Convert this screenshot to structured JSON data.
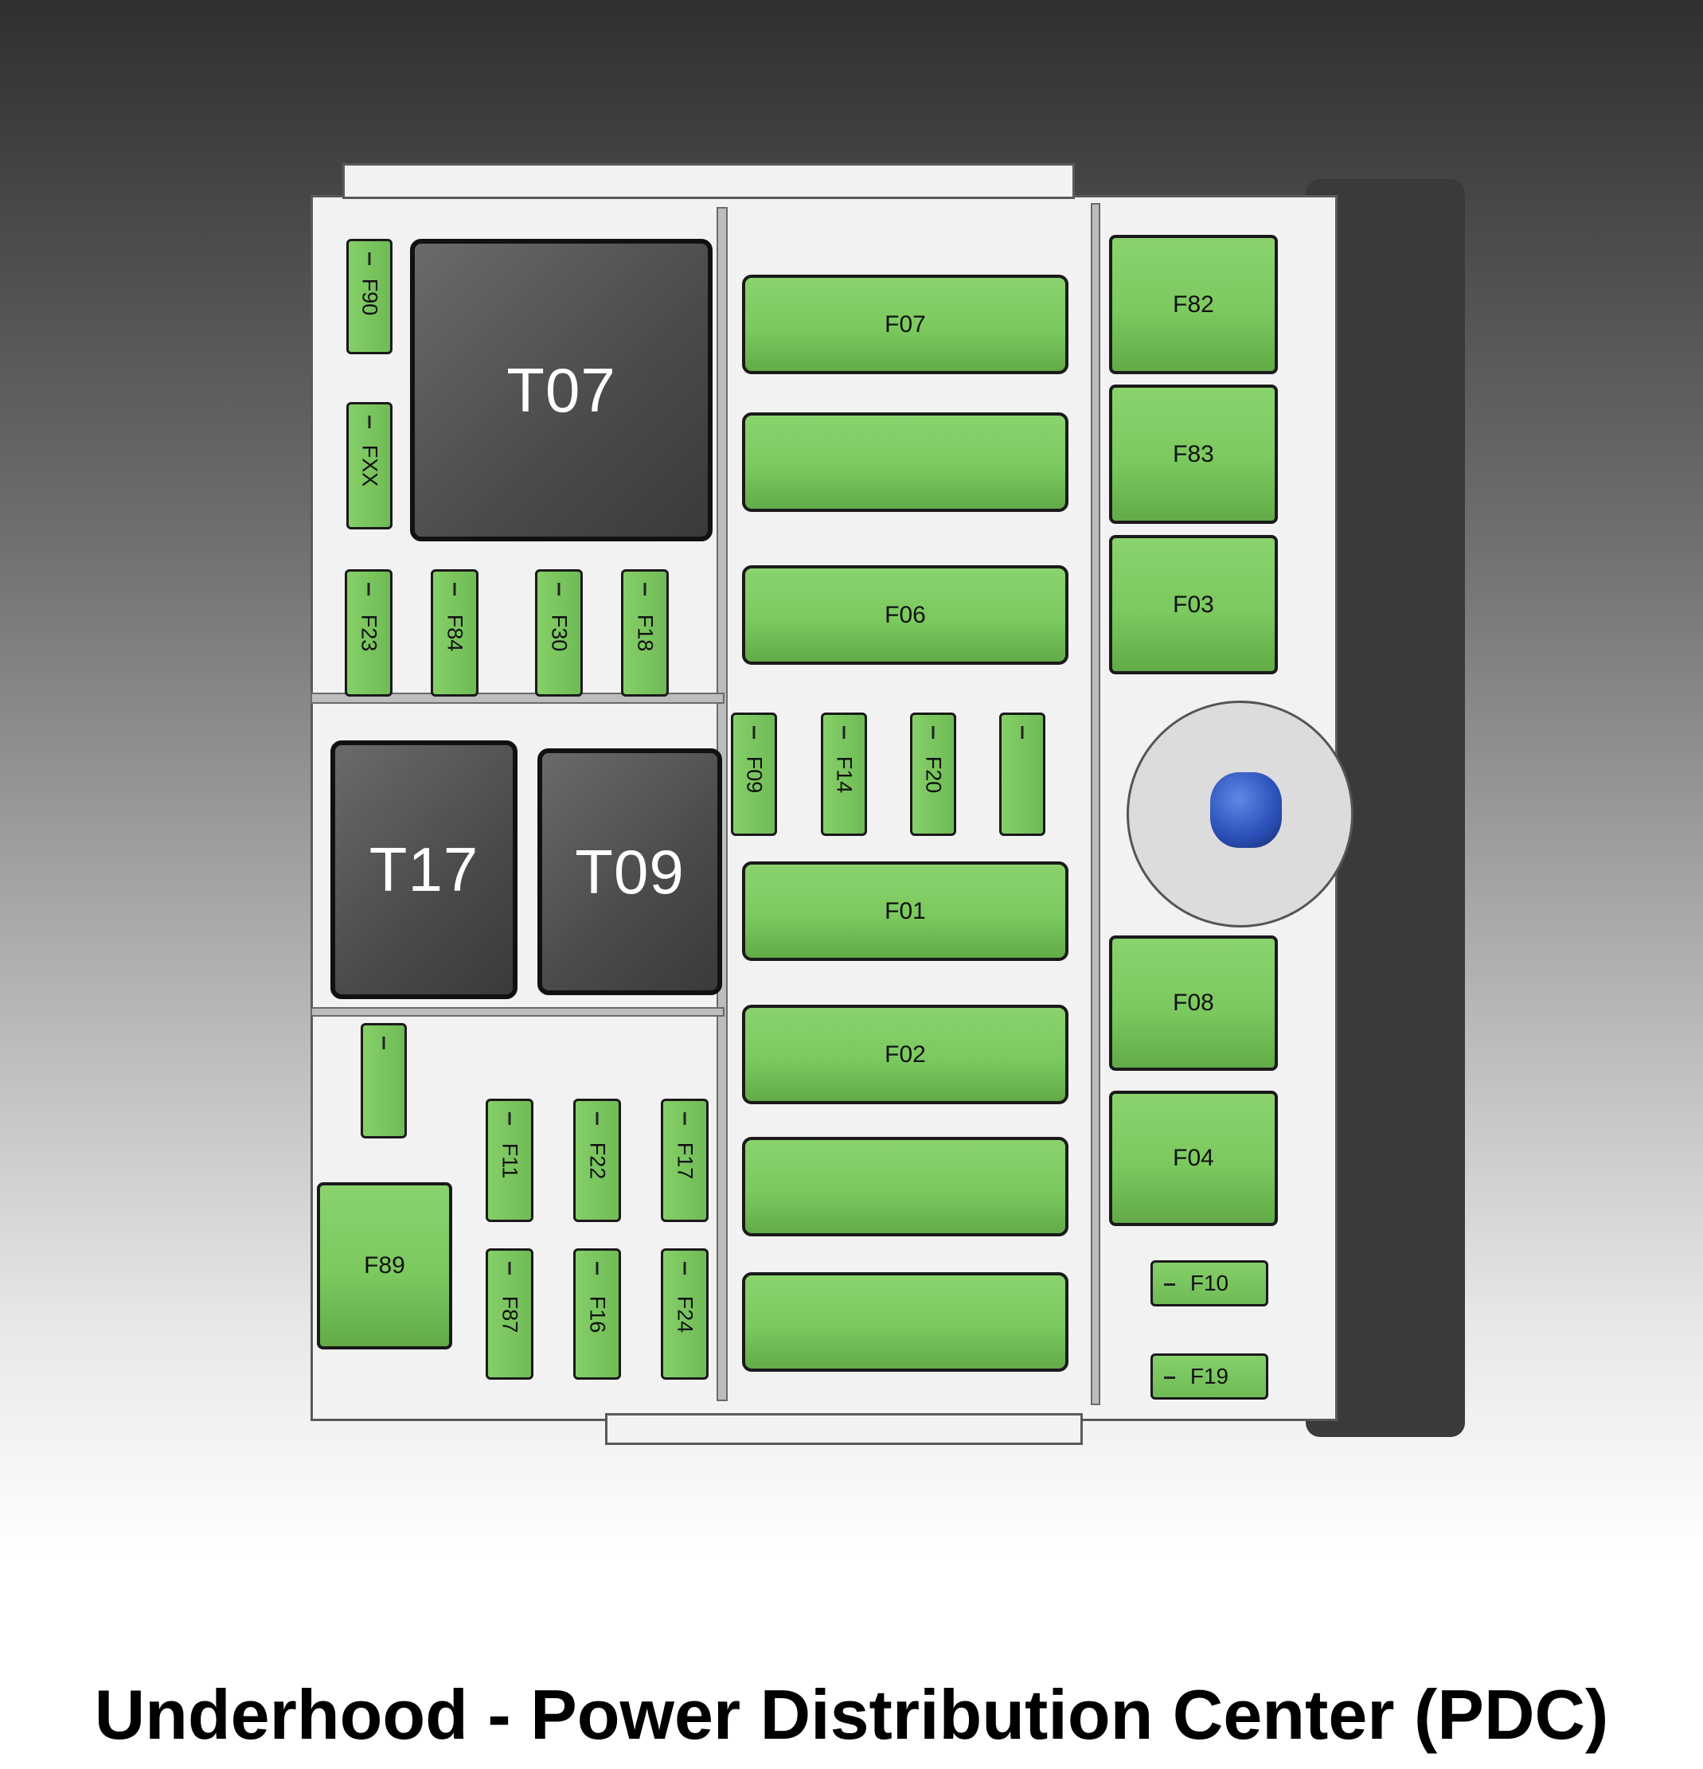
{
  "caption": "Underhood - Power Distribution Center (PDC)",
  "colors": {
    "fuse_green": "#7cc95f",
    "relay_gray": "#4a4a4a",
    "housing": "#f2f2f2",
    "stud_blue": "#2a4fb8"
  },
  "relays": {
    "t07": "T07",
    "t17": "T17",
    "t09": "T09"
  },
  "large_fuses": {
    "f07": "F07",
    "f06": "F06",
    "f01": "F01",
    "f02": "F02",
    "f82": "F82",
    "f83": "F83",
    "f03": "F03",
    "f08": "F08",
    "f04": "F04",
    "f89": "F89"
  },
  "mini_fuses": {
    "f90": "F90",
    "fxx": "FXX",
    "f23": "F23",
    "f84": "F84",
    "f30": "F30",
    "f18": "F18",
    "f09": "F09",
    "f14": "F14",
    "f20": "F20",
    "f11": "F11",
    "f22": "F22",
    "f17": "F17",
    "f87": "F87",
    "f16": "F16",
    "f24": "F24",
    "f10": "F10",
    "f19": "F19"
  }
}
